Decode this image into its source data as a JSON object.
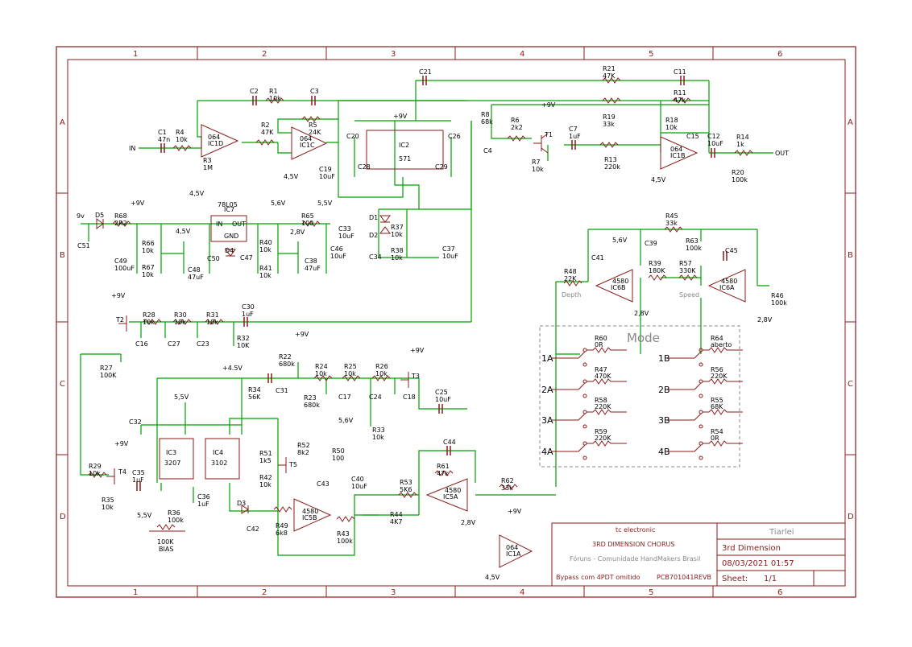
{
  "colors": {
    "frame": "#8b1a1a",
    "wire": "#00a000",
    "text": "#000000",
    "mode_box": "#888888"
  },
  "frame": {
    "cols": [
      "1",
      "2",
      "3",
      "4",
      "5",
      "6"
    ],
    "rows": [
      "A",
      "B",
      "C",
      "D"
    ]
  },
  "ports": {
    "in": "IN",
    "out": "OUT",
    "supply": "9v"
  },
  "rails": {
    "v9": "+9V",
    "v45": "4,5V",
    "v45p": "+4.5V",
    "v56": "5,6V",
    "v55": "5,5V",
    "v28": "2,8V"
  },
  "ics": {
    "ic1d": {
      "n": "064",
      "r": "IC1D"
    },
    "ic1c": {
      "n": "064",
      "r": "IC1C"
    },
    "ic1b": {
      "n": "064",
      "r": "IC1B"
    },
    "ic1a": {
      "n": "064",
      "r": "IC1A"
    },
    "ic2": {
      "r": "IC2",
      "n": "571"
    },
    "ic3": {
      "r": "IC3",
      "n": "3207"
    },
    "ic4": {
      "r": "IC4",
      "n": "3102"
    },
    "ic5a": {
      "n": "4580",
      "r": "IC5A"
    },
    "ic5b": {
      "n": "4580",
      "r": "IC5B"
    },
    "ic6a": {
      "n": "4580",
      "r": "IC6A"
    },
    "ic6b": {
      "n": "4580",
      "r": "IC6B"
    },
    "ic7": {
      "r": "IC7",
      "n": "78L05",
      "in": "IN",
      "out": "OUT",
      "gnd": "GND"
    }
  },
  "parts": [
    {
      "k": "C1",
      "v": "47n"
    },
    {
      "k": "R4",
      "v": "10k"
    },
    {
      "k": "R3",
      "v": "1M"
    },
    {
      "k": "C2",
      "v": ""
    },
    {
      "k": "R1",
      "v": "10k"
    },
    {
      "k": "C3",
      "v": ""
    },
    {
      "k": "R2",
      "v": "47K"
    },
    {
      "k": "R5",
      "v": "24K"
    },
    {
      "k": "C20",
      "v": ""
    },
    {
      "k": "C28",
      "v": ""
    },
    {
      "k": "C19",
      "v": "10uF"
    },
    {
      "k": "C29",
      "v": ""
    },
    {
      "k": "C26",
      "v": ""
    },
    {
      "k": "C21",
      "v": ""
    },
    {
      "k": "R8",
      "v": "68k"
    },
    {
      "k": "C4",
      "v": ""
    },
    {
      "k": "R6",
      "v": "2k2"
    },
    {
      "k": "T1",
      "v": ""
    },
    {
      "k": "R7",
      "v": "10k"
    },
    {
      "k": "C7",
      "v": "1uF"
    },
    {
      "k": "R13",
      "v": "220k"
    },
    {
      "k": "R21",
      "v": "47K"
    },
    {
      "k": "R19",
      "v": "33k"
    },
    {
      "k": "C11",
      "v": ""
    },
    {
      "k": "R11",
      "v": "47k"
    },
    {
      "k": "R18",
      "v": "10k"
    },
    {
      "k": "C15",
      "v": ""
    },
    {
      "k": "C12",
      "v": "10uF"
    },
    {
      "k": "R14",
      "v": "1k"
    },
    {
      "k": "R20",
      "v": "100k"
    },
    {
      "k": "D5",
      "v": ""
    },
    {
      "k": "R68",
      "v": "2R2"
    },
    {
      "k": "C51",
      "v": ""
    },
    {
      "k": "C49",
      "v": "100uF"
    },
    {
      "k": "R66",
      "v": "10k"
    },
    {
      "k": "R67",
      "v": "10k"
    },
    {
      "k": "C48",
      "v": "47uF"
    },
    {
      "k": "C50",
      "v": ""
    },
    {
      "k": "D4",
      "v": ""
    },
    {
      "k": "C47",
      "v": ""
    },
    {
      "k": "R40",
      "v": "10k"
    },
    {
      "k": "R41",
      "v": "10k"
    },
    {
      "k": "R65",
      "v": "100"
    },
    {
      "k": "C38",
      "v": "47uF"
    },
    {
      "k": "C46",
      "v": "10uF"
    },
    {
      "k": "C33",
      "v": "10uF"
    },
    {
      "k": "D1",
      "v": ""
    },
    {
      "k": "D2",
      "v": ""
    },
    {
      "k": "R37",
      "v": "10k"
    },
    {
      "k": "R38",
      "v": "10k"
    },
    {
      "k": "C34",
      "v": ""
    },
    {
      "k": "C37",
      "v": "10uF"
    },
    {
      "k": "T2",
      "v": ""
    },
    {
      "k": "R28",
      "v": "10k"
    },
    {
      "k": "R30",
      "v": "10k"
    },
    {
      "k": "R31",
      "v": "10k"
    },
    {
      "k": "C30",
      "v": "1uF"
    },
    {
      "k": "C16",
      "v": ""
    },
    {
      "k": "C27",
      "v": ""
    },
    {
      "k": "C23",
      "v": ""
    },
    {
      "k": "R32",
      "v": "10K"
    },
    {
      "k": "R27",
      "v": "100K"
    },
    {
      "k": "R22",
      "v": "680k"
    },
    {
      "k": "R24",
      "v": "10k"
    },
    {
      "k": "R25",
      "v": "10k"
    },
    {
      "k": "R26",
      "v": "10k"
    },
    {
      "k": "T3",
      "v": ""
    },
    {
      "k": "R34",
      "v": "56K"
    },
    {
      "k": "C31",
      "v": ""
    },
    {
      "k": "R23",
      "v": "680k"
    },
    {
      "k": "C17",
      "v": ""
    },
    {
      "k": "C24",
      "v": ""
    },
    {
      "k": "C18",
      "v": ""
    },
    {
      "k": "C25",
      "v": "10uF"
    },
    {
      "k": "R33",
      "v": "10k"
    },
    {
      "k": "C32",
      "v": ""
    },
    {
      "k": "R29",
      "v": "10k"
    },
    {
      "k": "T4",
      "v": ""
    },
    {
      "k": "C35",
      "v": "1uF"
    },
    {
      "k": "R35",
      "v": "10k"
    },
    {
      "k": "R36",
      "v": "100k"
    },
    {
      "k": "C36",
      "v": "1uF"
    },
    {
      "k": "D3",
      "v": ""
    },
    {
      "k": "C42",
      "v": ""
    },
    {
      "k": "R49",
      "v": "6k8"
    },
    {
      "k": "R51",
      "v": "1k5"
    },
    {
      "k": "R52",
      "v": "8k2"
    },
    {
      "k": "T5",
      "v": ""
    },
    {
      "k": "R42",
      "v": "10k"
    },
    {
      "k": "R43",
      "v": "100k"
    },
    {
      "k": "R50",
      "v": "100"
    },
    {
      "k": "C43",
      "v": ""
    },
    {
      "k": "C40",
      "v": "10uF"
    },
    {
      "k": "R53",
      "v": "5K6"
    },
    {
      "k": "R44",
      "v": "4K7"
    },
    {
      "k": "C44",
      "v": ""
    },
    {
      "k": "R61",
      "v": "47k"
    },
    {
      "k": "R62",
      "v": "33k"
    },
    {
      "k": "R45",
      "v": "33k"
    },
    {
      "k": "C39",
      "v": ""
    },
    {
      "k": "R63",
      "v": "100k"
    },
    {
      "k": "C41",
      "v": ""
    },
    {
      "k": "R48",
      "v": "22K"
    },
    {
      "k": "R39",
      "v": "180K"
    },
    {
      "k": "R57",
      "v": "330K"
    },
    {
      "k": "C45",
      "v": ""
    },
    {
      "k": "R46",
      "v": "100k"
    }
  ],
  "pot": {
    "k": "BIAS",
    "v": "100K"
  },
  "labels": {
    "depth": "Depth",
    "speed": "Speed",
    "mode": "Mode"
  },
  "mode_a": [
    {
      "id": "1A",
      "r": "R60",
      "v": "0R"
    },
    {
      "id": "2A",
      "r": "R47",
      "v": "470K"
    },
    {
      "id": "3A",
      "r": "R58",
      "v": "220K"
    },
    {
      "id": "4A",
      "r": "R59",
      "v": "220K"
    }
  ],
  "mode_b": [
    {
      "id": "1B",
      "r": "R64",
      "v": "aberto"
    },
    {
      "id": "2B",
      "r": "R56",
      "v": "220K"
    },
    {
      "id": "3B",
      "r": "R55",
      "v": "68K"
    },
    {
      "id": "4B",
      "r": "R54",
      "v": "0R"
    }
  ],
  "title_block": {
    "company": "tc electronic",
    "name": "3RD DIMENSION CHORUS",
    "forum": "Fóruns - Comunidade HandMakers Brasil",
    "bypass": "Bypass com 4PDT omitido",
    "pcb": "PCB701041REVB",
    "author": "Tiarlei",
    "title": "3rd Dimension",
    "date": "08/03/2021 01:57",
    "sheet_label": "Sheet:",
    "sheet": "1/1"
  }
}
